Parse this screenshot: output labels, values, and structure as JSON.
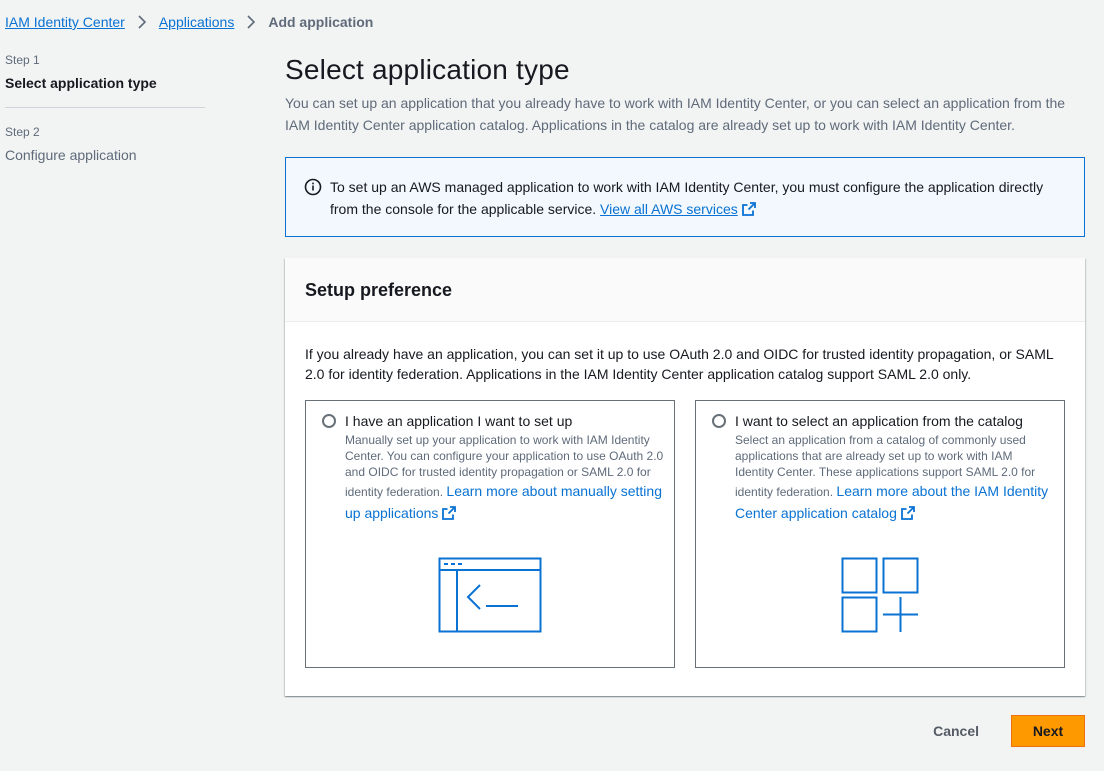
{
  "breadcrumb": {
    "items": [
      "IAM Identity Center",
      "Applications"
    ],
    "current": "Add application"
  },
  "steps": [
    {
      "num": "Step 1",
      "title": "Select application type",
      "active": true
    },
    {
      "num": "Step 2",
      "title": "Configure application",
      "active": false
    }
  ],
  "page": {
    "title": "Select application type",
    "description": "You can set up an application that you already have to work with IAM Identity Center, or you can select an application from the IAM Identity Center application catalog. Applications in the catalog are already set up to work with IAM Identity Center."
  },
  "alert": {
    "text": "To set up an AWS managed application to work with IAM Identity Center, you must configure the application directly from the console for the applicable service.",
    "link": "View all AWS services"
  },
  "panel": {
    "title": "Setup preference",
    "description": "If you already have an application, you can set it up to use OAuth 2.0 and OIDC for trusted identity propagation, or SAML 2.0 for identity federation. Applications in the IAM Identity Center application catalog support SAML 2.0 only."
  },
  "tiles": [
    {
      "label": "I have an application I want to set up",
      "description": "Manually set up your application to work with IAM Identity Center. You can configure your application to use OAuth 2.0 and OIDC for trusted identity propagation or SAML 2.0 for identity federation.",
      "link": "Learn more about manually setting up applications",
      "icon": "terminal-window-icon"
    },
    {
      "label": "I want to select an application from the catalog",
      "description": "Select an application from a catalog of commonly used applications that are already set up to work with IAM Identity Center. These applications support SAML 2.0 for identity federation.",
      "link": "Learn more about the IAM Identity Center application catalog",
      "icon": "app-catalog-grid-icon"
    }
  ],
  "actions": {
    "cancel": "Cancel",
    "next": "Next"
  },
  "colors": {
    "link": "#0972d3",
    "primary_button": "#ff9900",
    "alert_border": "#0972d3",
    "alert_bg": "#f2f8fd",
    "illustration": "#0972d3"
  }
}
